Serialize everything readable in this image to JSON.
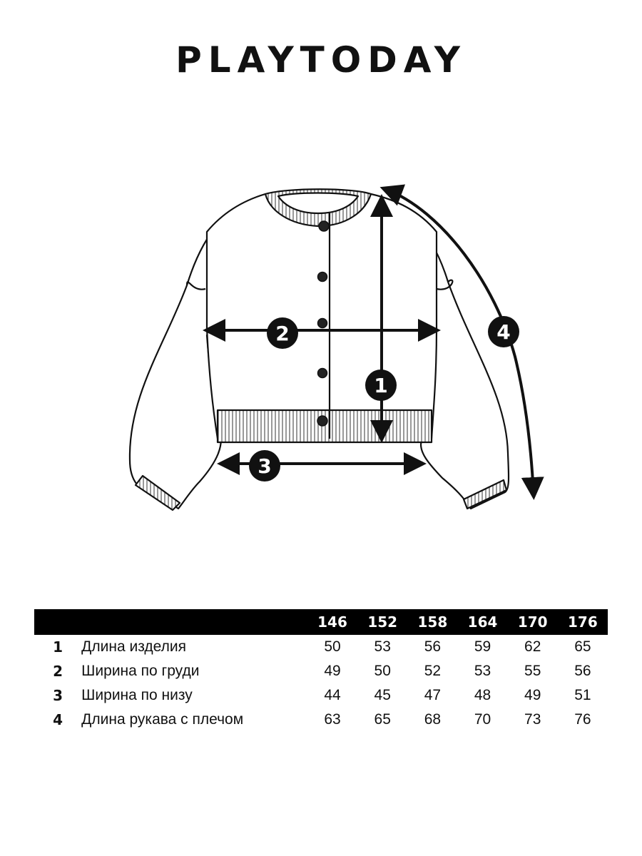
{
  "brand": {
    "name": "PLAYTODAY"
  },
  "illustration": {
    "markers": [
      "1",
      "2",
      "3",
      "4"
    ]
  },
  "size_table": {
    "sizes": [
      "146",
      "152",
      "158",
      "164",
      "170",
      "176"
    ],
    "rows": [
      {
        "num": "1",
        "label": "Длина изделия",
        "values": [
          "50",
          "53",
          "56",
          "59",
          "62",
          "65"
        ]
      },
      {
        "num": "2",
        "label": "Ширина по груди",
        "values": [
          "49",
          "50",
          "52",
          "53",
          "55",
          "56"
        ]
      },
      {
        "num": "3",
        "label": "Ширина по низу",
        "values": [
          "44",
          "45",
          "47",
          "48",
          "49",
          "51"
        ]
      },
      {
        "num": "4",
        "label": "Длина рукава с плечом",
        "values": [
          "63",
          "65",
          "68",
          "70",
          "73",
          "76"
        ]
      }
    ]
  },
  "colors": {
    "ink": "#111111",
    "header_bg": "#000000",
    "header_text": "#ffffff"
  }
}
